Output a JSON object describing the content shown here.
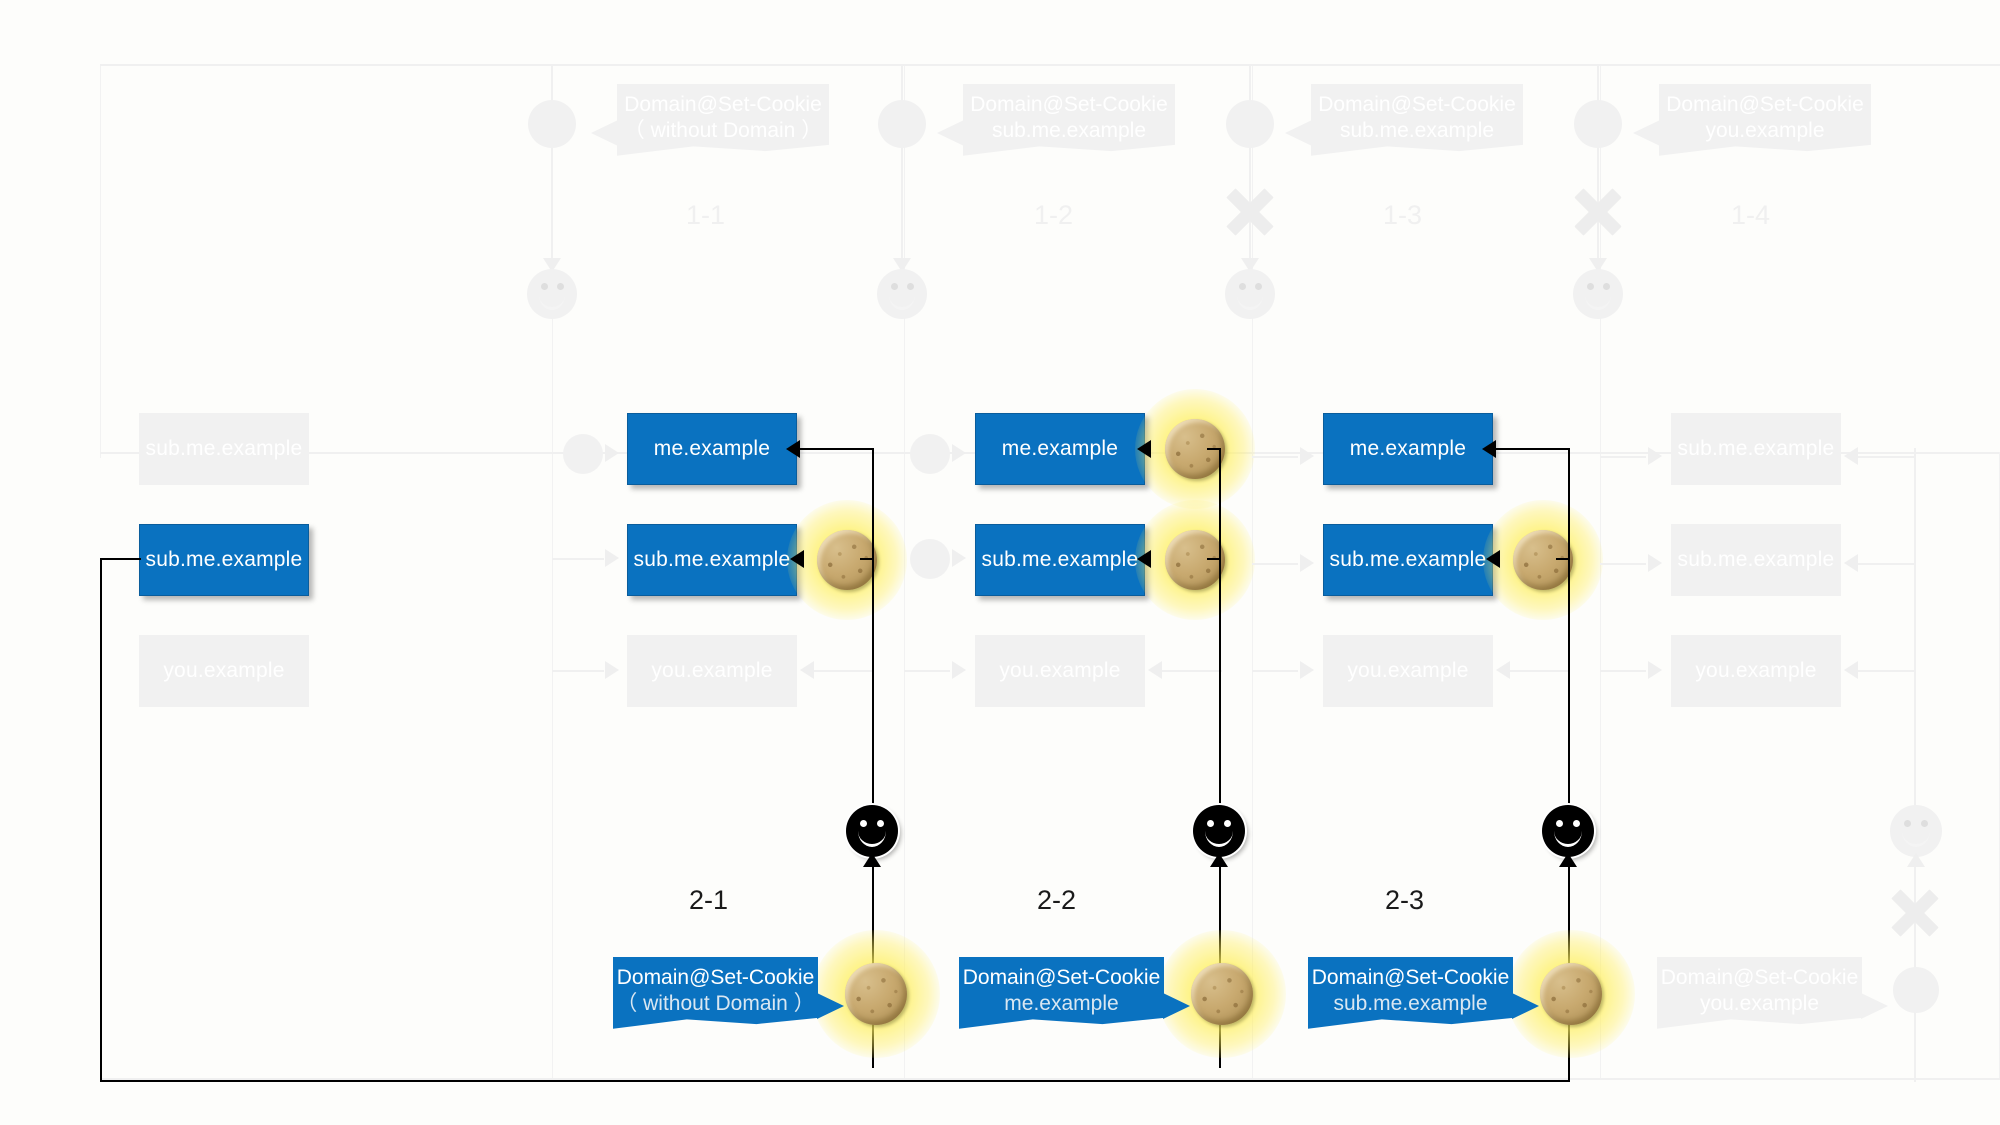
{
  "diagram": {
    "title": "Set-Cookie Domain attribute scope diagram",
    "colors": {
      "active_blue": "#0a72c0",
      "ghost_gray": "#f1f1f1",
      "cookie_tan": "#c8a96f",
      "glow_yellow": "#fff06a",
      "line_black": "#000000"
    }
  },
  "top_row": {
    "steps": [
      {
        "id": "1-1",
        "label": "1-1",
        "callout_line1": "Domain@Set-Cookie",
        "callout_line2": "（ without Domain ）",
        "blocked": false
      },
      {
        "id": "1-2",
        "label": "1-2",
        "callout_line1": "Domain@Set-Cookie",
        "callout_line2": "sub.me.example",
        "blocked": false
      },
      {
        "id": "1-3",
        "label": "1-3",
        "callout_line1": "Domain@Set-Cookie",
        "callout_line2": "sub.me.example",
        "blocked": true
      },
      {
        "id": "1-4",
        "label": "1-4",
        "callout_line1": "Domain@Set-Cookie",
        "callout_line2": "you.example",
        "blocked": true
      }
    ]
  },
  "bottom_row": {
    "steps": [
      {
        "id": "2-1",
        "label": "2-1",
        "callout_line1": "Domain@Set-Cookie",
        "callout_line2": "（ without Domain ）"
      },
      {
        "id": "2-2",
        "label": "2-2",
        "callout_line1": "Domain@Set-Cookie",
        "callout_line2": "me.example"
      },
      {
        "id": "2-3",
        "label": "2-3",
        "callout_line1": "Domain@Set-Cookie",
        "callout_line2": "sub.me.example"
      }
    ],
    "ghost_step": {
      "id": "2-4",
      "callout_line1": "Domain@Set-Cookie",
      "callout_line2": "you.example"
    }
  },
  "origin_column": {
    "hosts": [
      {
        "name": "sub.me.example",
        "state": "ghost"
      },
      {
        "name": "sub.me.example",
        "state": "active"
      },
      {
        "name": "you.example",
        "state": "ghost"
      }
    ]
  },
  "columns": [
    {
      "id": "col-1",
      "hosts": [
        {
          "name": "me.example",
          "state": "active",
          "cookie": false
        },
        {
          "name": "sub.me.example",
          "state": "active",
          "cookie": true
        },
        {
          "name": "you.example",
          "state": "ghost",
          "cookie": false
        }
      ]
    },
    {
      "id": "col-2",
      "hosts": [
        {
          "name": "me.example",
          "state": "active",
          "cookie": true
        },
        {
          "name": "sub.me.example",
          "state": "active",
          "cookie": true
        },
        {
          "name": "you.example",
          "state": "ghost",
          "cookie": false
        }
      ]
    },
    {
      "id": "col-3",
      "hosts": [
        {
          "name": "me.example",
          "state": "active",
          "cookie": false
        },
        {
          "name": "sub.me.example",
          "state": "active",
          "cookie": true
        },
        {
          "name": "you.example",
          "state": "ghost",
          "cookie": false
        }
      ]
    },
    {
      "id": "col-4",
      "hosts": [
        {
          "name": "sub.me.example",
          "state": "ghost",
          "cookie": false
        },
        {
          "name": "sub.me.example",
          "state": "ghost",
          "cookie": false
        },
        {
          "name": "you.example",
          "state": "ghost",
          "cookie": false
        }
      ]
    }
  ]
}
